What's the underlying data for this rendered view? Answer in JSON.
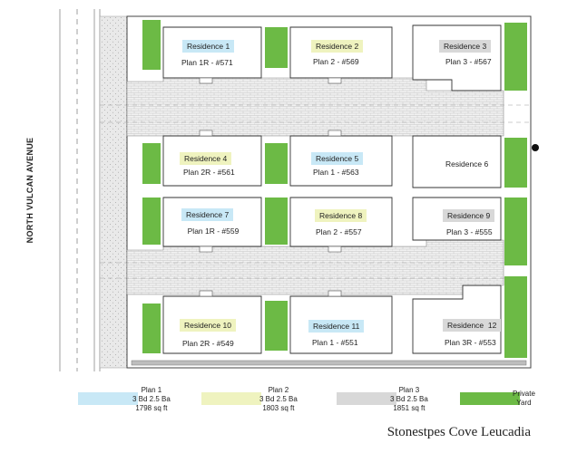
{
  "street": "NORTH VULCAN AVENUE",
  "colors": {
    "plan1": "#c8e8f6",
    "plan2": "#eff3bf",
    "plan3": "#d8d8d8",
    "yard": "#6cba45"
  },
  "residences": [
    {
      "name": "Residence 1",
      "plan": "Plan 1R - #571",
      "highlight": "plan1"
    },
    {
      "name": "Residence 2",
      "plan": "Plan 2 - #569",
      "highlight": "plan2"
    },
    {
      "name": "Residence 3",
      "plan": "Plan 3 - #567",
      "highlight": "plan3"
    },
    {
      "name": "Residence 4",
      "plan": "Plan 2R - #561",
      "highlight": "plan2"
    },
    {
      "name": "Residence 5",
      "plan": "Plan 1 - #563",
      "highlight": "plan1"
    },
    {
      "name": "Residence 6",
      "plan": "",
      "highlight": ""
    },
    {
      "name": "Residence 7",
      "plan": "Plan 1R - #559",
      "highlight": "plan1"
    },
    {
      "name": "Residence 8",
      "plan": "Plan 2 - #557",
      "highlight": "plan2"
    },
    {
      "name": "Residence 9",
      "plan": "Plan 3 - #555",
      "highlight": "plan3"
    },
    {
      "name": "Residence 10",
      "plan": "Plan 2R - #549",
      "highlight": "plan2"
    },
    {
      "name": "Residence 11",
      "plan": "Plan 1 - #551",
      "highlight": "plan1"
    },
    {
      "name": "Residence  12",
      "plan": "Plan 3R - #553",
      "highlight": "plan3"
    }
  ],
  "legend": [
    {
      "line1": "Plan 1",
      "line2": "3 Bd 2.5 Ba",
      "line3": "1798 sq ft"
    },
    {
      "line1": "Plan 2",
      "line2": "3 Bd 2.5 Ba",
      "line3": "1803 sq ft"
    },
    {
      "line1": "Plan 3",
      "line2": "3 Bd 2.5 Ba",
      "line3": "1851 sq ft"
    },
    {
      "line1": "Private",
      "line2": "Yard",
      "line3": ""
    }
  ],
  "project_title": "Stonestpes Cove Leucadia"
}
